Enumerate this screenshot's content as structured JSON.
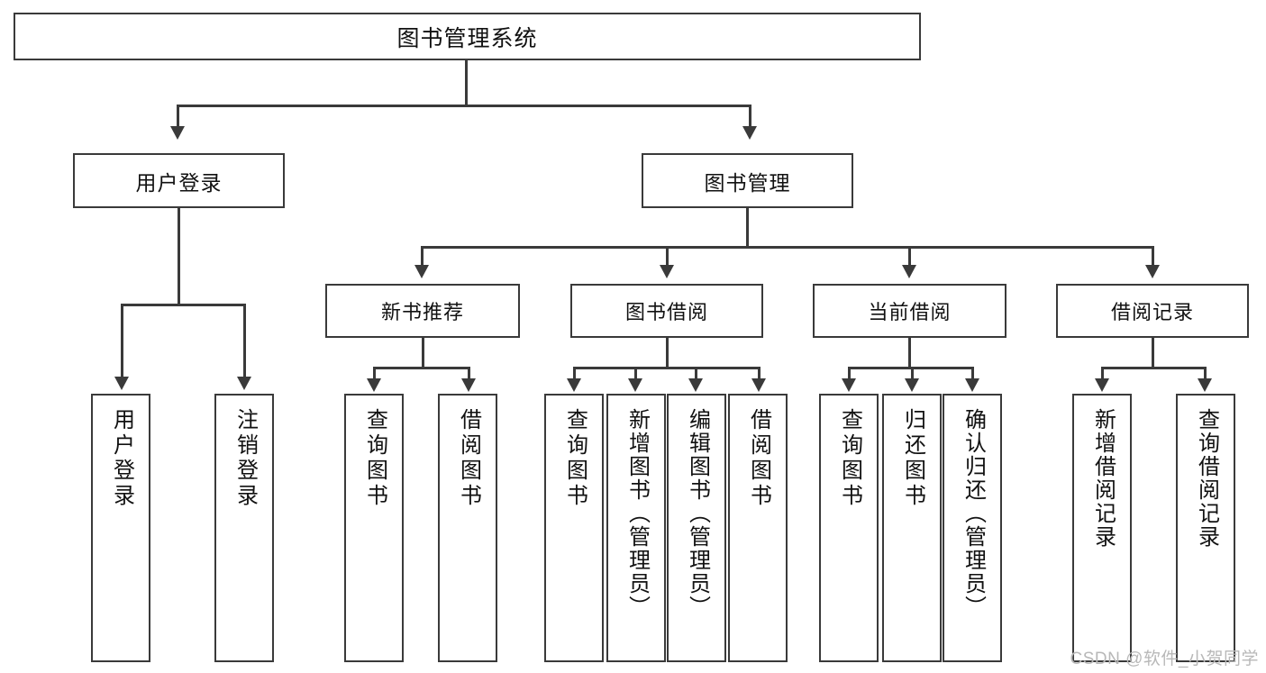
{
  "diagram": {
    "title": "图书管理系统",
    "type": "tree",
    "root": {
      "label": "图书管理系统"
    },
    "level2": [
      {
        "label": "用户登录"
      },
      {
        "label": "图书管理"
      }
    ],
    "level3": [
      {
        "label": "新书推荐"
      },
      {
        "label": "图书借阅"
      },
      {
        "label": "当前借阅"
      },
      {
        "label": "借阅记录"
      }
    ],
    "leaves": {
      "user_login": [
        {
          "label": "用户登录"
        },
        {
          "label": "注销登录"
        }
      ],
      "new_book_recommend": [
        {
          "label": "查询图书"
        },
        {
          "label": "借阅图书"
        }
      ],
      "book_borrow": [
        {
          "label": "查询图书"
        },
        {
          "label": "新增图书（管理员）"
        },
        {
          "label": "编辑图书（管理员）"
        },
        {
          "label": "借阅图书"
        }
      ],
      "current_borrow": [
        {
          "label": "查询图书"
        },
        {
          "label": "归还图书"
        },
        {
          "label": "确认归还（管理员）"
        }
      ],
      "borrow_record": [
        {
          "label": "新增借阅记录"
        },
        {
          "label": "查询借阅记录"
        }
      ]
    }
  },
  "watermark": {
    "text": "CSDN @软件_小贺同学"
  },
  "colors": {
    "stroke": "#3a3a3a",
    "background": "#ffffff",
    "text": "#111111",
    "watermark": "#b8b8b8"
  }
}
